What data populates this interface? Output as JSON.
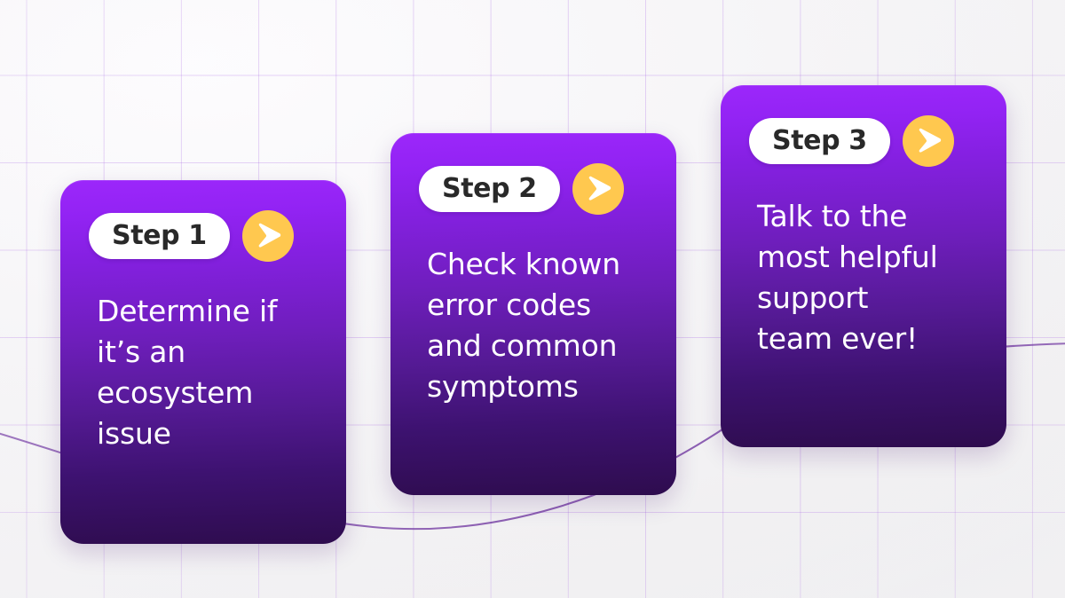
{
  "background": {
    "base_color": "#f4f3f5",
    "grid_line_color": "#a05ae1",
    "curve_color": "#6b2f9e",
    "grid_cell_width": 87,
    "grid_cell_height": 98
  },
  "theme": {
    "card_gradient_top": "#9c27fb",
    "card_gradient_bottom": "#2e0c4e",
    "pill_background": "#ffffff",
    "pill_text_color": "#292929",
    "badge_color": "#ffc84f",
    "badge_icon_color": "#ffffff",
    "body_text_color": "#ffffff"
  },
  "cards": [
    {
      "id": "step-1",
      "step_label": "Step 1",
      "icon": "arrow-right-icon",
      "body": "Determine if\nit’s an\necosystem\nissue"
    },
    {
      "id": "step-2",
      "step_label": "Step 2",
      "icon": "arrow-right-icon",
      "body": "Check known\nerror codes\nand common\nsymptoms"
    },
    {
      "id": "step-3",
      "step_label": "Step 3",
      "icon": "arrow-right-icon",
      "body": "Talk to the\nmost helpful\nsupport\nteam ever!"
    }
  ]
}
